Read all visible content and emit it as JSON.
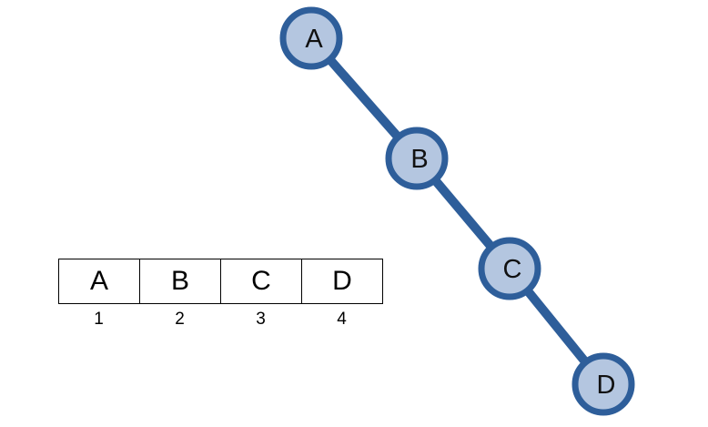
{
  "tree": {
    "nodes": [
      {
        "label": "A"
      },
      {
        "label": "B"
      },
      {
        "label": "C"
      },
      {
        "label": "D"
      }
    ],
    "edges": [
      [
        0,
        1
      ],
      [
        1,
        2
      ],
      [
        2,
        3
      ]
    ]
  },
  "array": {
    "cells": [
      "A",
      "B",
      "C",
      "D"
    ],
    "indices": [
      "1",
      "2",
      "3",
      "4"
    ]
  },
  "colors": {
    "node_fill": "#b4c6e0",
    "node_stroke": "#2e5e9a",
    "edge": "#2e5e9a",
    "cell_border": "#000000"
  }
}
